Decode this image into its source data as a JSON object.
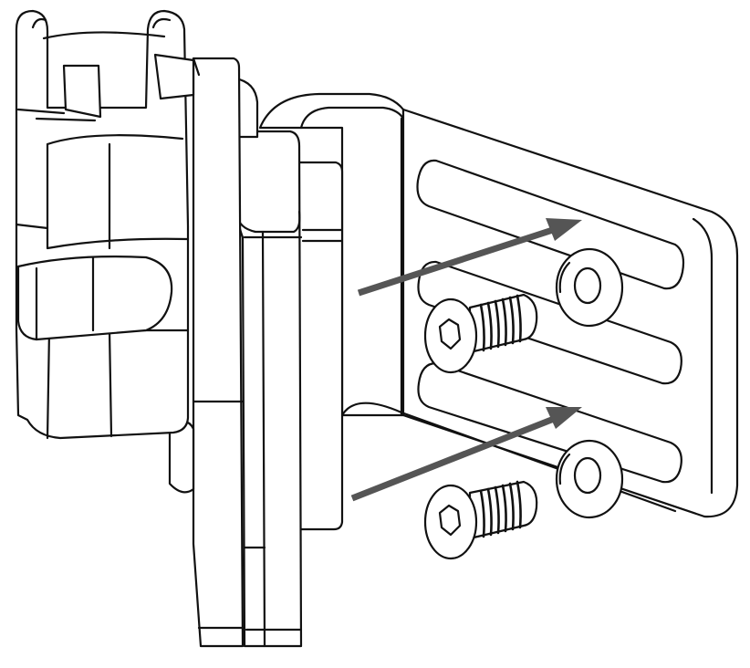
{
  "diagram": {
    "type": "assembly-instruction",
    "line_color": "#111111",
    "arrow_color": "#555555",
    "background": "#ffffff",
    "parts": [
      {
        "name": "tube-clamp"
      },
      {
        "name": "mount-plate-front"
      },
      {
        "name": "mount-plate-rear"
      },
      {
        "name": "l-bracket"
      },
      {
        "name": "bolt",
        "count": 2
      },
      {
        "name": "washer",
        "count": 2
      }
    ],
    "arrows": [
      {
        "from": "rear-plate",
        "to": "upper-slot"
      },
      {
        "from": "rear-plate",
        "to": "lower-slot"
      }
    ]
  }
}
